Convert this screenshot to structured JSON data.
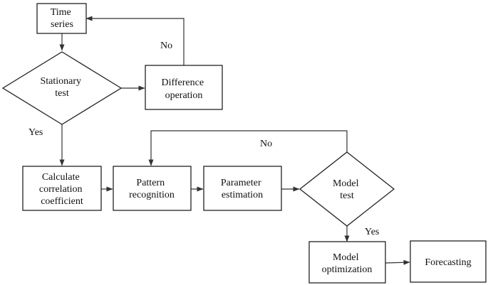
{
  "nodes": {
    "time_series": {
      "lines": [
        "Time",
        "series"
      ]
    },
    "stationary_test": {
      "lines": [
        "Stationary",
        "test"
      ]
    },
    "difference_operation": {
      "lines": [
        "Difference",
        "operation"
      ]
    },
    "calculate_correlation": {
      "lines": [
        "Calculate",
        "correlation",
        "coefficient"
      ]
    },
    "pattern_recognition": {
      "lines": [
        "Pattern",
        "recognition"
      ]
    },
    "parameter_estimation": {
      "lines": [
        "Parameter",
        "estimation"
      ]
    },
    "model_test": {
      "lines": [
        "Model",
        "test"
      ]
    },
    "model_optimization": {
      "lines": [
        "Model",
        "optimization"
      ]
    },
    "forecasting": {
      "lines": [
        "Forecasting"
      ]
    }
  },
  "edge_labels": {
    "stationary_no": "No",
    "stationary_yes": "Yes",
    "model_test_no": "No",
    "model_test_yes": "Yes"
  }
}
